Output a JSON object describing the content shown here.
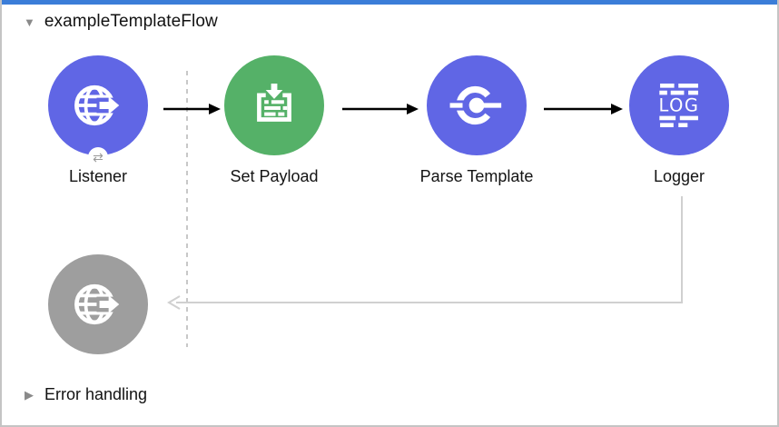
{
  "window": {
    "accent_bar_color": "#3B7DD8"
  },
  "flow": {
    "collapse_icon": "▼",
    "title": "exampleTemplateFlow"
  },
  "nodes": [
    {
      "label": "Listener",
      "color": "#6066E5",
      "icon": "http-listener-icon",
      "badge_icon": "⇄"
    },
    {
      "label": "Set Payload",
      "color": "#55B168",
      "icon": "set-payload-icon"
    },
    {
      "label": "Parse Template",
      "color": "#6066E5",
      "icon": "parse-template-icon"
    },
    {
      "label": "Logger",
      "color": "#6066E5",
      "icon": "logger-icon",
      "icon_text": "LOG"
    }
  ],
  "ghost_node": {
    "color": "#9E9E9E",
    "icon": "http-listener-icon"
  },
  "error_handling": {
    "expand_icon": "▶",
    "title": "Error handling"
  }
}
